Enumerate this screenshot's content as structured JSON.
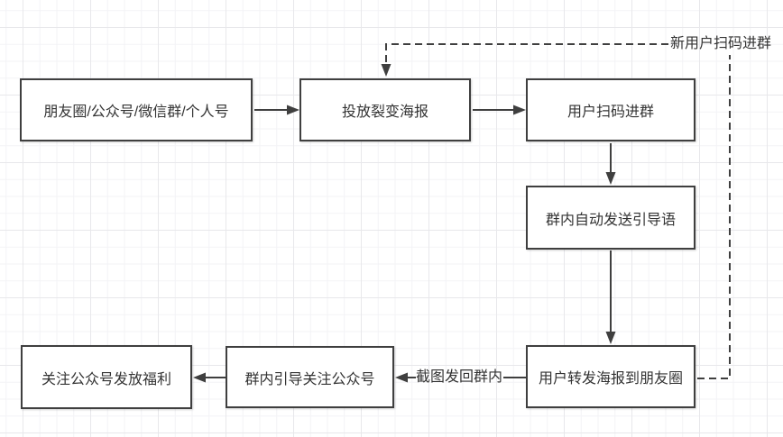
{
  "diagram": {
    "nodes": {
      "source_channels": {
        "label": "朋友圈/公众号/微信群/个人号"
      },
      "deploy_poster": {
        "label": "投放裂变海报"
      },
      "user_scan_join": {
        "label": "用户扫码进群"
      },
      "group_auto_message": {
        "label": "群内自动发送引导语"
      },
      "user_forward_poster": {
        "label": "用户转发海报到朋友圈"
      },
      "group_guide_follow": {
        "label": "群内引导关注公众号"
      },
      "follow_account_benefits": {
        "label": "关注公众号发放福利"
      }
    },
    "edge_labels": {
      "new_user_scan_join": "新用户扫码进群",
      "screenshot_back_to_group": "截图发回群内"
    },
    "colors": {
      "stroke": "#3f3f3f",
      "text": "#333333",
      "node_fill": "#ffffff",
      "canvas_bg": "#ffffff",
      "grid_minor": "#f3f3f6",
      "grid_major": "#e8e8eb"
    }
  }
}
